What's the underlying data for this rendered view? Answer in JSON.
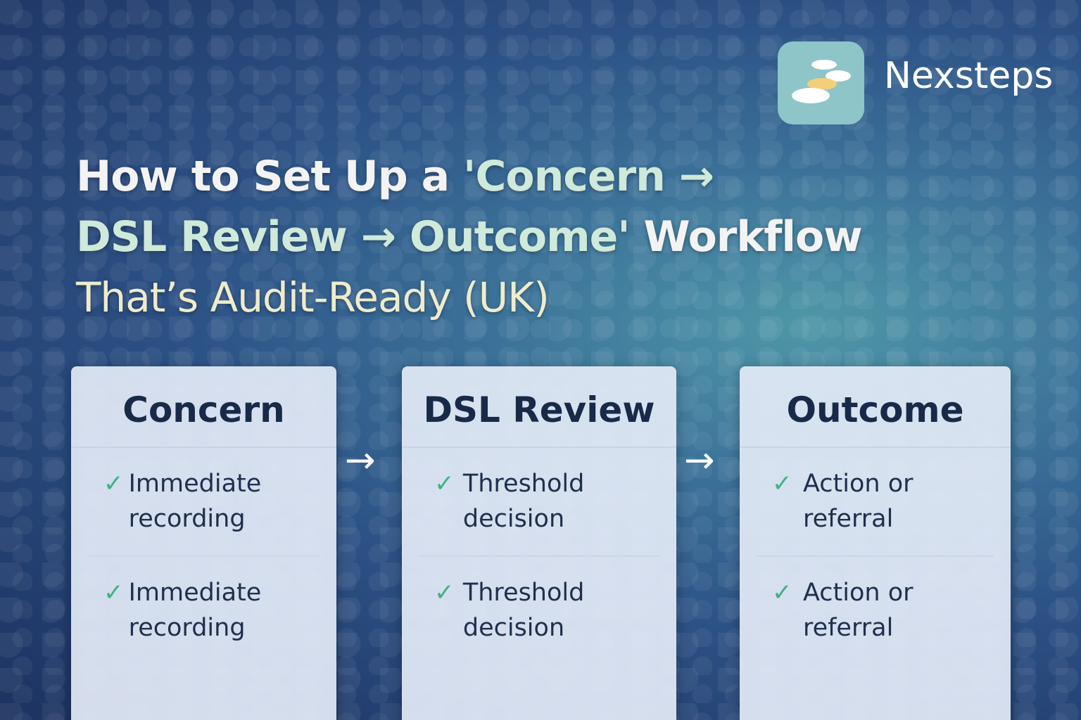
{
  "brand": {
    "name": "Nexsteps",
    "logo_colors": {
      "bg": "#8ec5c9",
      "dot": "#ffffff",
      "accent": "#f3cf7a"
    }
  },
  "title": {
    "line1_white": "How to Set Up a ",
    "line1_mint": "'Concern →",
    "line2_mint": "DSL Review → Outcome'",
    "line2_white": " Workflow",
    "line3": "That’s Audit-Ready (UK)"
  },
  "columns": [
    {
      "heading": "Concern",
      "items": [
        "Immediate recording",
        "Immediate recording"
      ]
    },
    {
      "heading": "DSL Review",
      "items": [
        "Threshold decision",
        "Threshold decision"
      ]
    },
    {
      "heading": "Outcome",
      "items": [
        "Action or referral",
        "Action or referral"
      ]
    }
  ],
  "arrow": "→",
  "check": "✓"
}
